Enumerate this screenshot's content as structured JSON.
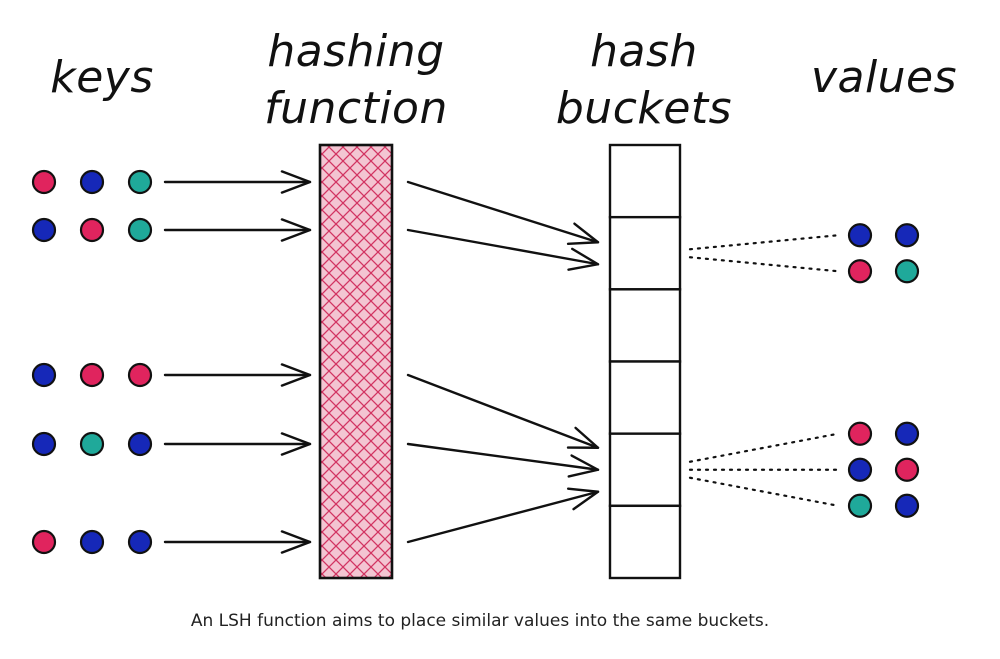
{
  "labels": {
    "keys": "keys",
    "hashing_line1": "hashing",
    "hashing_line2": "function",
    "hash_line1": "hash",
    "hash_line2": "buckets",
    "values": "values"
  },
  "caption": "An LSH function aims to place similar values into the same buckets.",
  "colors": {
    "red": "#e0245e",
    "blue": "#1628b8",
    "teal": "#1fa99a",
    "hash_fill": "#f3c5d2",
    "hash_hatch": "#d23462"
  },
  "keys": [
    [
      "red",
      "blue",
      "teal"
    ],
    [
      "blue",
      "red",
      "teal"
    ],
    [
      "blue",
      "red",
      "red"
    ],
    [
      "blue",
      "teal",
      "blue"
    ],
    [
      "red",
      "blue",
      "blue"
    ]
  ],
  "bucket_count": 6,
  "mappings": [
    {
      "key": 0,
      "bucket": 1
    },
    {
      "key": 1,
      "bucket": 1
    },
    {
      "key": 2,
      "bucket": 4
    },
    {
      "key": 3,
      "bucket": 4
    },
    {
      "key": 4,
      "bucket": 4
    }
  ],
  "bucket_values": [
    {
      "bucket": 1,
      "rows": [
        [
          "blue",
          "blue"
        ],
        [
          "red",
          "teal"
        ]
      ]
    },
    {
      "bucket": 4,
      "rows": [
        [
          "red",
          "blue"
        ],
        [
          "blue",
          "red"
        ],
        [
          "teal",
          "blue"
        ]
      ]
    }
  ]
}
